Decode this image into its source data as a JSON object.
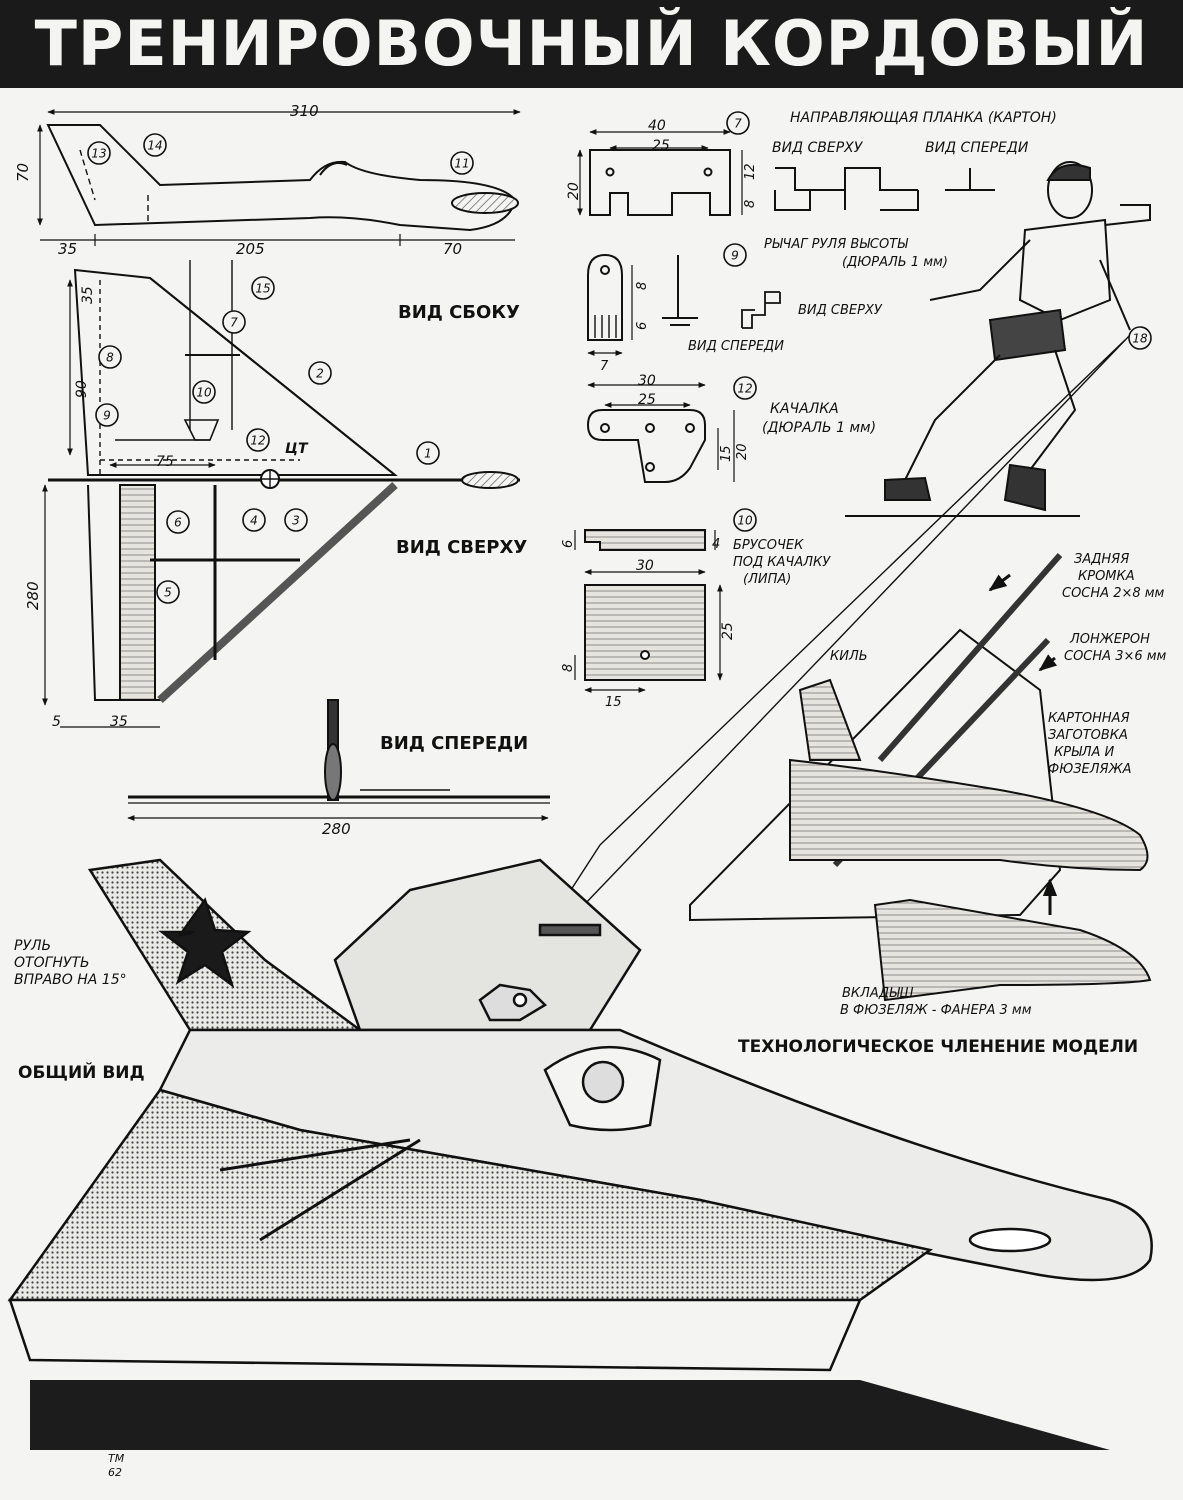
{
  "title": "ТРЕНИРОВОЧНЫЙ КОРДОВЫЙ ПЛАНЕР",
  "views": {
    "side": "ВИД СБОКУ",
    "top": "ВИД СВЕРХУ",
    "front": "ВИД СПЕРЕДИ",
    "general": "ОБЩИЙ ВИД",
    "tech": "ТЕХНОЛОГИЧЕСКОЕ ЧЛЕНЕНИЕ МОДЕЛИ"
  },
  "side_dims": {
    "d310": "310",
    "d70h": "70",
    "d35": "35",
    "d205": "205",
    "d70": "70"
  },
  "top_dims": {
    "d35": "35",
    "d90": "90",
    "d75": "75",
    "d280": "280",
    "d5": "5",
    "d35b": "35"
  },
  "front_dims": {
    "d280": "280"
  },
  "cg_label": "ЦТ",
  "guide": {
    "title": "НАПРАВЛЯЮЩАЯ ПЛАНКА (КАРТОН)",
    "num": "7",
    "top_view": "ВИД СВЕРХУ",
    "front_view": "ВИД СПЕРЕДИ",
    "d40": "40",
    "d25": "25",
    "d20": "20",
    "d8": "8",
    "d12": "12"
  },
  "lever": {
    "title1": "РЫЧАГ РУЛЯ ВЫСОТЫ",
    "title2": "(ДЮРАЛЬ 1 мм)",
    "num": "9",
    "top_view": "ВИД СВЕРХУ",
    "front_view": "ВИД СПЕРЕДИ",
    "d8": "8",
    "d6": "6",
    "d7": "7"
  },
  "bellcrank": {
    "title1": "КАЧАЛКА",
    "title2": "(ДЮРАЛЬ 1 мм)",
    "num": "12",
    "d30": "30",
    "d25": "25",
    "d15": "15",
    "d20": "20"
  },
  "block": {
    "title1": "БРУСОЧЕК",
    "title2": "ПОД КАЧАЛКУ",
    "title3": "(ЛИПА)",
    "num": "10",
    "d6": "6",
    "d4": "4",
    "d30": "30",
    "d25": "25",
    "d8": "8",
    "d15": "15"
  },
  "tech_labels": {
    "trailing1": "ЗАДНЯЯ",
    "trailing2": "КРОМКА",
    "trailing3": "СОСНА 2×8 мм",
    "spar1": "ЛОНЖЕРОН",
    "spar2": "СОСНА 3×6 мм",
    "fin": "КИЛЬ",
    "blank1": "КАРТОННАЯ",
    "blank2": "ЗАГОТОВКА",
    "blank3": "КРЫЛА И",
    "blank4": "ФЮЗЕЛЯЖА",
    "insert1": "ВКЛАДЫШ",
    "insert2": "В ФЮЗЕЛЯЖ - ФАНЕРА 3 мм"
  },
  "rudder": {
    "line1": "РУЛЬ",
    "line2": "ОТОГНУТЬ",
    "line3": "ВПРАВО НА 15°"
  },
  "callouts": [
    "1",
    "2",
    "3",
    "4",
    "5",
    "6",
    "7",
    "8",
    "9",
    "10",
    "11",
    "12",
    "13",
    "14",
    "15",
    "18"
  ],
  "mark": {
    "line1": "ТМ",
    "line2": "62"
  }
}
